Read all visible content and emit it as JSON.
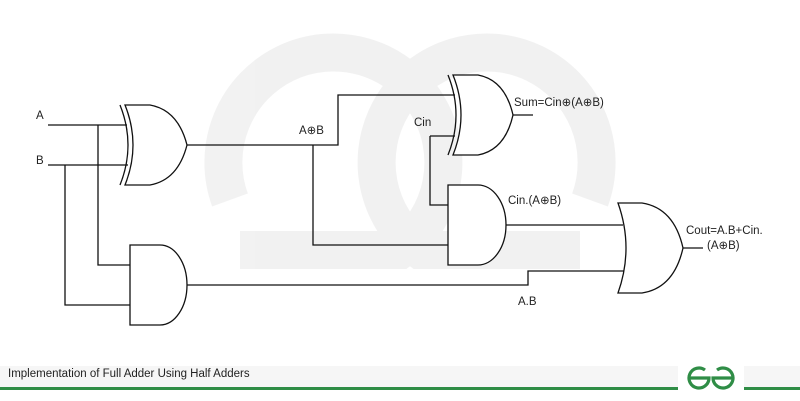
{
  "diagram": {
    "labels": {
      "a": "A",
      "b": "B",
      "a_xor_b": "A⊕B",
      "cin": "Cin",
      "sum": "Sum=Cin⊕(A⊕B)",
      "cin_and": "Cin.(A⊕B)",
      "ab": "A.B",
      "cout_line1": "Cout=A.B+Cin.",
      "cout_line2": "(A⊕B)"
    }
  },
  "footer": {
    "caption": "Implementation of Full Adder Using Half Adders",
    "logo_text": "GfG",
    "accent_color": "#2f8d46"
  }
}
